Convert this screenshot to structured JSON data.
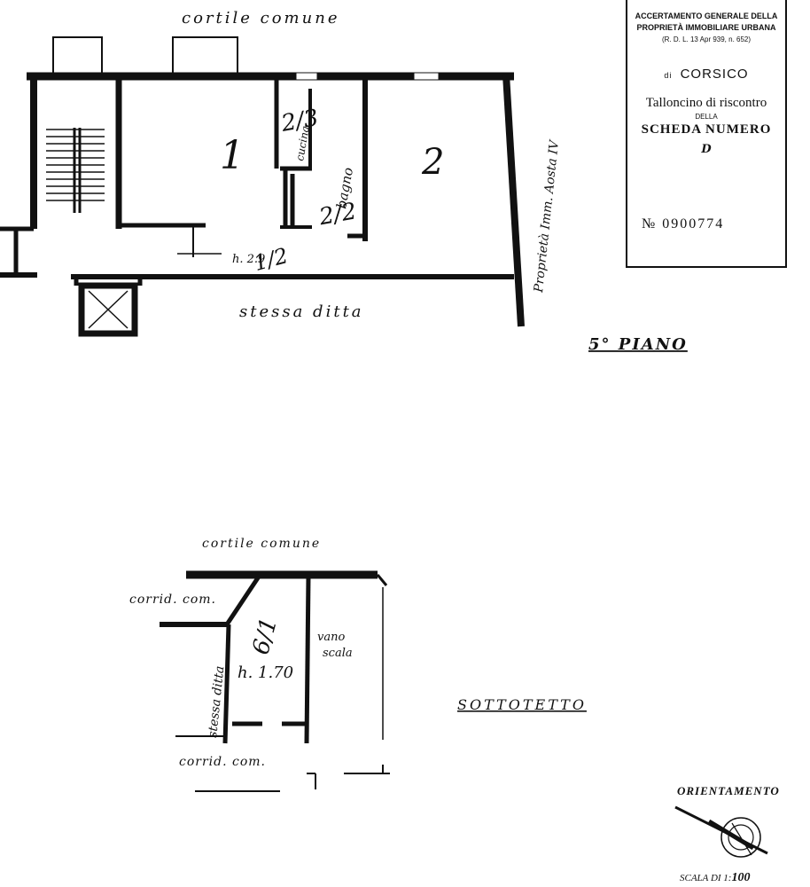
{
  "stamp": {
    "header_line1": "ACCERTAMENTO GENERALE DELLA",
    "header_line2": "PROPRIETÀ IMMOBILIARE URBANA",
    "header_line3": "(R. D. L. 13 Apr  939, n. 652)",
    "comune_prefix": "di",
    "comune": "CORSICO",
    "title_line1": "Talloncino di riscontro",
    "title_line2": "DELLA",
    "title_line3": "SCHEDA NUMERO",
    "title_line4": "D",
    "number": "№ 0900774"
  },
  "floor5": {
    "top_label": "cortile comune",
    "bottom_label": "stessa ditta",
    "side_label": "Proprietà Imm. Aosta IV",
    "floor_title": "5° PIANO",
    "room1": "1",
    "room2": "2",
    "room_bagno": "bagno",
    "room_bagno_area": "2/2",
    "room_cucina": "cucina",
    "room_cucina_area": "2/3",
    "height": "h. 2.9",
    "height_annot": "1/2"
  },
  "sottotetto": {
    "top_label": "cortile comune",
    "left_top_label": "corrid. com.",
    "left_bottom_label": "corrid. com.",
    "side_label": "stessa ditta",
    "stair_label_1": "vano",
    "stair_label_2": "scala",
    "room_number": "6/1",
    "height": "h. 1.70",
    "floor_title": "SOTTOTETTO"
  },
  "footer": {
    "orientation_label": "ORIENTAMENTO",
    "scale_prefix": "SCALA DI 1:",
    "scale_value": "100"
  }
}
